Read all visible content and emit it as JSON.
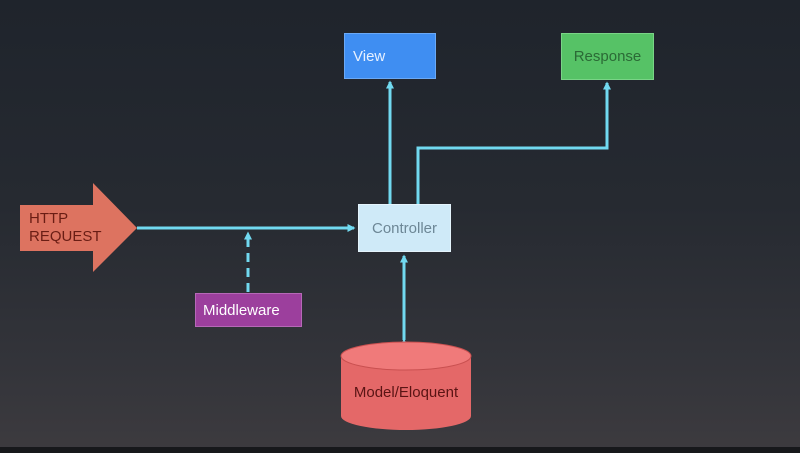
{
  "diagram": {
    "http_request": {
      "line1": "HTTP",
      "line2": "REQUEST"
    },
    "view": {
      "label": "View"
    },
    "response": {
      "label": "Response"
    },
    "controller": {
      "label": "Controller"
    },
    "middleware": {
      "label": "Middleware"
    },
    "database": {
      "label": "Model/Eloquent"
    }
  },
  "colors": {
    "http_arrow": "#dd7360",
    "connector": "#71d9f0",
    "view": "#3f8ef2",
    "response": "#56c266",
    "controller": "#cfeaf8",
    "middleware": "#9c3f9d",
    "database": "#e46868"
  }
}
